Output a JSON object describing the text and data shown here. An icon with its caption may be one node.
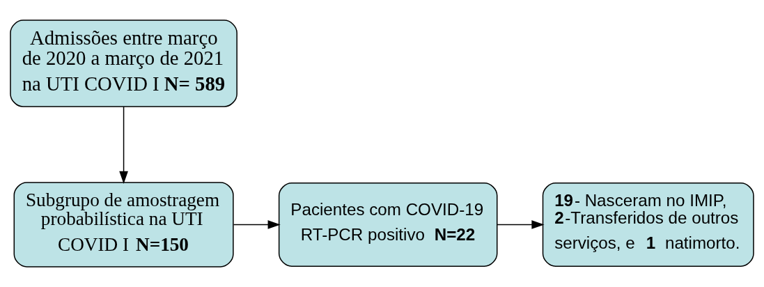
{
  "diagram": {
    "nodes": [
      {
        "text": [
          "Admissões entre março de 2020 a março de 2021 na UTI COVID I **N= 589**"
        ]
      },
      {
        "text": [
          "Subgrupo de amostragem probabilística na UTI COVID I **N=150**"
        ]
      },
      {
        "text": [
          "Pacientes com COVID-19 RT-PCR positivo **N=22**"
        ]
      },
      {
        "text": [
          "**19**- Nasceram no IMIP, **2**-Transferidos de outros serviços, e **1** natimorto."
        ]
      }
    ],
    "edges": [
      {
        "from": 0,
        "to": 1,
        "arrow": "to"
      },
      {
        "from": 1,
        "to": 2,
        "arrow": "to"
      },
      {
        "from": 2,
        "to": 3,
        "arrow": "to"
      }
    ]
  }
}
